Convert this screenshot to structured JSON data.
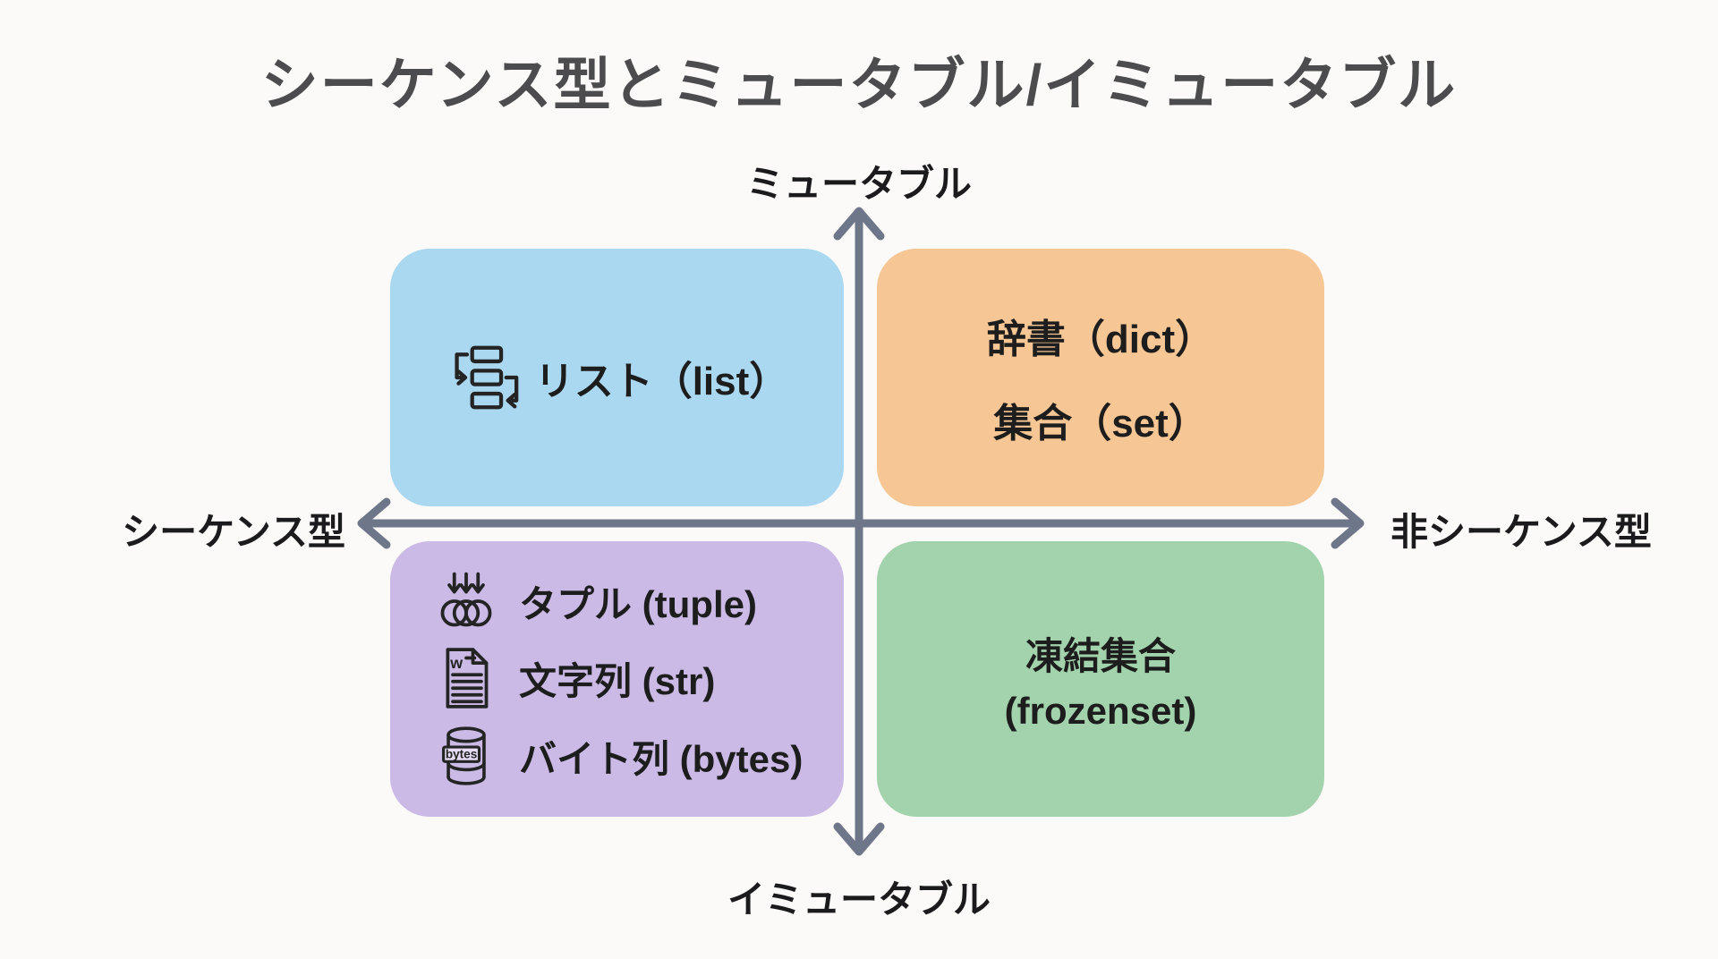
{
  "title": "シーケンス型とミュータブル/イミュータブル",
  "axes": {
    "top_label": "ミュータブル",
    "bottom_label": "イミュータブル",
    "left_label": "シーケンス型",
    "right_label": "非シーケンス型",
    "line_color": "#6e7689"
  },
  "quadrants": {
    "top_left": {
      "bg": "#aad8f0",
      "label": "リスト（list）"
    },
    "top_right": {
      "bg": "#f6c694",
      "line1": "辞書（dict）",
      "line2": "集合（set）"
    },
    "bottom_left": {
      "bg": "#cbbae6",
      "items": [
        {
          "icon": "tuple-icon",
          "label": "タプル (tuple)"
        },
        {
          "icon": "document-icon",
          "label": "文字列 (str)"
        },
        {
          "icon": "database-icon",
          "label": "バイト列 (bytes)"
        }
      ]
    },
    "bottom_right": {
      "bg": "#a2d3ac",
      "line1": "凍結集合",
      "line2": "(frozenset)"
    }
  },
  "icon_text": {
    "document_letter": "w",
    "database_label": "bytes"
  },
  "colors": {
    "background": "#fbfaf8",
    "title": "#4c4c4e",
    "text": "#1d1d1d"
  }
}
